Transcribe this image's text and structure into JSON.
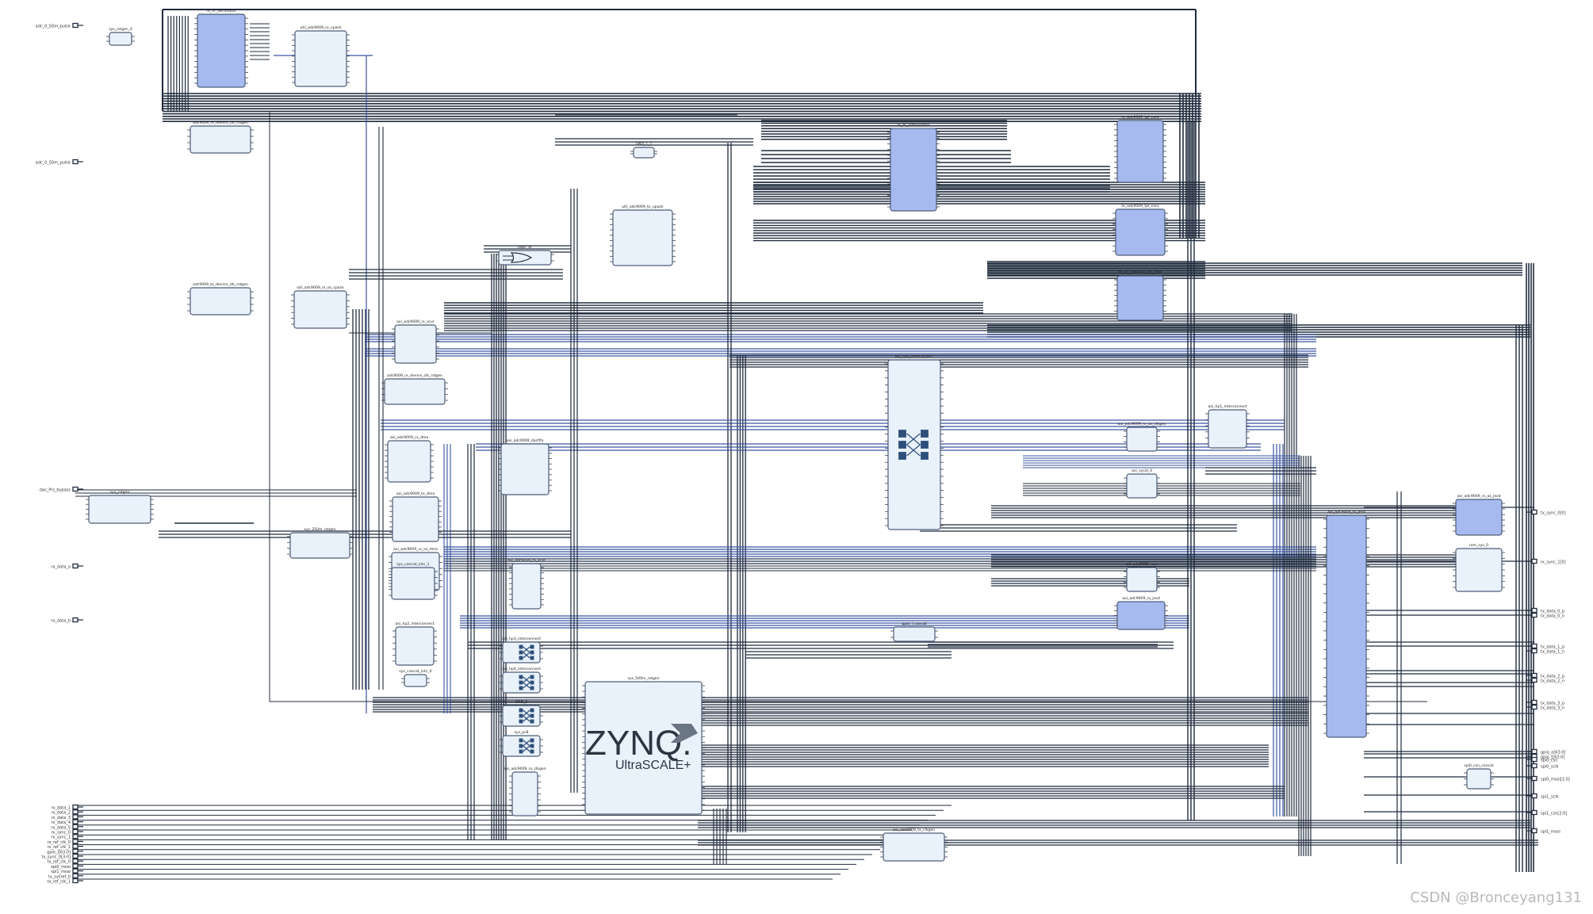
{
  "diagram": {
    "top_ports": [
      {
        "label": "adc_0_50m_pulse"
      },
      {
        "label": "adc_0_50m_pulse"
      }
    ],
    "mid_ports": [
      {
        "label": "dac_Prs_bypass"
      },
      {
        "label": "rx_data_a"
      },
      {
        "label": "rx_data_b"
      }
    ],
    "bottom_ports": [
      {
        "label": "rx_data_1"
      },
      {
        "label": "rx_data_2"
      },
      {
        "label": "rx_data_3"
      },
      {
        "label": "rx_data_4"
      },
      {
        "label": "rx_data_5"
      },
      {
        "label": "rx_sync_0"
      },
      {
        "label": "rx_sync_1"
      },
      {
        "label": "rx_ref_clk_0"
      },
      {
        "label": "rx_ref_clk_1"
      },
      {
        "label": "gpio_i[63:0]"
      },
      {
        "label": "tx_sync_0[3:0]"
      },
      {
        "label": "tx_ref_clk_0"
      },
      {
        "label": "spi0_miso"
      },
      {
        "label": "spi1_miso"
      },
      {
        "label": "tx_sysref_0"
      },
      {
        "label": "tx_ref_clk_1"
      }
    ],
    "right_ports": [
      {
        "label": "tx_sync_0[0]"
      },
      {
        "label": "rx_sync_1[0]"
      },
      {
        "label": "tx_data_0_p"
      },
      {
        "label": "tx_data_0_n"
      },
      {
        "label": "tx_data_1_p"
      },
      {
        "label": "tx_data_1_n"
      },
      {
        "label": "tx_data_2_p"
      },
      {
        "label": "tx_data_2_n"
      },
      {
        "label": "tx_data_3_p"
      },
      {
        "label": "tx_data_3_n"
      },
      {
        "label": "gpio_o[63:0]"
      },
      {
        "label": "gpio_t[63:0]"
      },
      {
        "label": "spi0_csn"
      },
      {
        "label": "spi0_sclk"
      },
      {
        "label": "spi0_mosi[2:0]"
      },
      {
        "label": "spi1_sclk"
      },
      {
        "label": "spi1_csn[2:0]"
      },
      {
        "label": "spi1_mosi"
      }
    ],
    "blocks": [
      {
        "name": "rx_fir_decimator",
        "style": "highlight"
      },
      {
        "name": "util_adc9009_rx_cpack",
        "style": "normal"
      },
      {
        "name": "sys_rstgen_0",
        "style": "normal"
      },
      {
        "name": "adc9009_rx_device_clk_rstgen",
        "style": "normal"
      },
      {
        "name": "GND_1_1",
        "style": "normal"
      },
      {
        "name": "tx_fir_interpolator",
        "style": "highlight"
      },
      {
        "name": "rx_adc9009_tpl_core",
        "style": "highlight"
      },
      {
        "name": "tx_adc9009_tpl_core",
        "style": "highlight"
      },
      {
        "name": "rx_os_adc9009_tpl_core",
        "style": "highlight"
      },
      {
        "name": "util_adc9009_tx_upack",
        "style": "normal"
      },
      {
        "name": "logic_or",
        "style": "normal"
      },
      {
        "name": "adc9009_tx_device_clk_rstgen",
        "style": "normal"
      },
      {
        "name": "util_adc9009_rx_os_cpack",
        "style": "normal"
      },
      {
        "name": "axi_adc9009_rx_xcvr",
        "style": "normal"
      },
      {
        "name": "adc9009_rx_device_clk_rstgen",
        "style": "normal"
      },
      {
        "name": "axi_cpu_interconnect",
        "style": "normal"
      },
      {
        "name": "axi_adc9009_rx_dma",
        "style": "normal"
      },
      {
        "name": "axi_adc9009_tx_dma",
        "style": "normal"
      },
      {
        "name": "axi_adc9009_dacfifo",
        "style": "normal"
      },
      {
        "name": "sys_rstgen",
        "style": "normal"
      },
      {
        "name": "sys_250m_rstgen",
        "style": "normal"
      },
      {
        "name": "axi_adc9009_rx_os_dma",
        "style": "normal"
      },
      {
        "name": "sys_concat_intc_1",
        "style": "normal"
      },
      {
        "name": "axi_adc9009_tx_xcvr",
        "style": "normal"
      },
      {
        "name": "axi_hp1_interconnect",
        "style": "normal"
      },
      {
        "name": "axi_hp2_interconnect",
        "style": "normal"
      },
      {
        "name": "axi_hp3_interconnect",
        "style": "normal"
      },
      {
        "name": "axi_hp4_interconnect",
        "style": "normal"
      },
      {
        "name": "GND_1",
        "style": "normal"
      },
      {
        "name": "sys_ps8",
        "style": "normal"
      },
      {
        "name": "sys_concat_intc_0",
        "style": "normal"
      },
      {
        "name": "sys_500m_rstgen",
        "style": "normal"
      },
      {
        "name": "axi_adc9009_rx_clkgen",
        "style": "normal"
      },
      {
        "name": "axi_adc9009_tx_clkgen",
        "style": "normal"
      },
      {
        "name": "axi_adc9009_rx_os_clkgen",
        "style": "normal"
      },
      {
        "name": "axi_sysid_0",
        "style": "normal"
      },
      {
        "name": "util_adc9009_xcvr",
        "style": "normal"
      },
      {
        "name": "axi_adc9009_rx_jesd",
        "style": "highlight"
      },
      {
        "name": "axi_adc9009_tx_jesd",
        "style": "highlight"
      },
      {
        "name": "axi_adc9009_rx_os_jesd",
        "style": "highlight"
      },
      {
        "name": "rom_sys_0",
        "style": "normal"
      },
      {
        "name": "gpio_i_concat",
        "style": "normal"
      },
      {
        "name": "spi0_csn_concat",
        "style": "normal"
      }
    ],
    "zynq_logo": {
      "brand": "ZYNQ.",
      "sub": "UltraSCALE+"
    }
  },
  "watermark": "CSDN @Bronceyang131",
  "colors": {
    "wire_dark": "#1f2b3d",
    "wire_blue": "#3a55a0",
    "block_fill": "#e9f1fb",
    "block_highlight": "#a6baf0",
    "block_stroke": "#4d5d78"
  }
}
